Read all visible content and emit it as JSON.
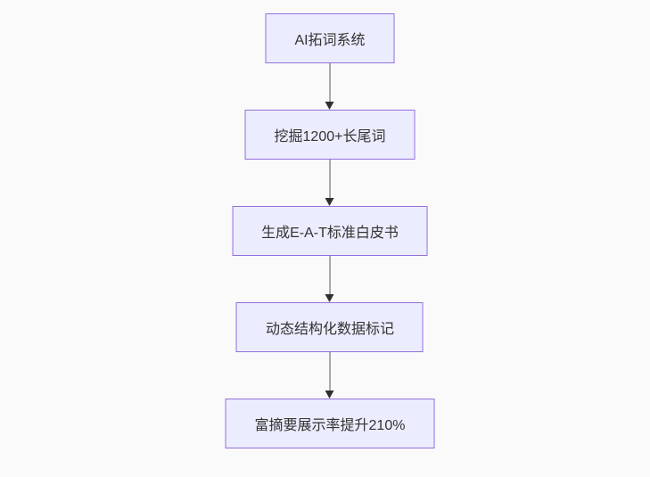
{
  "diagram": {
    "type": "flowchart",
    "direction": "top-down",
    "nodes": [
      {
        "label": "AI拓词系统"
      },
      {
        "label": "挖掘1200+长尾词"
      },
      {
        "label": "生成E-A-T标准白皮书"
      },
      {
        "label": "动态结构化数据标记"
      },
      {
        "label": "富摘要展示率提升210%"
      }
    ],
    "edges": [
      {
        "from": 0,
        "to": 1
      },
      {
        "from": 1,
        "to": 2
      },
      {
        "from": 2,
        "to": 3
      },
      {
        "from": 3,
        "to": 4
      }
    ],
    "colors": {
      "background": "#fafafa",
      "node_fill": "#ECECFF",
      "node_border": "#9370DB",
      "arrow_line": "#5a5a5a",
      "arrow_head": "#2f2f2f",
      "text": "#333333"
    }
  }
}
